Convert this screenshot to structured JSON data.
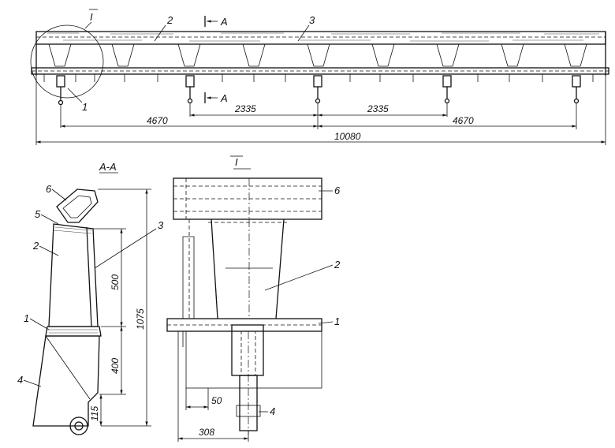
{
  "top_view": {
    "detail_mark": "I",
    "section_mark_top": "A",
    "section_mark_bottom": "A",
    "callouts": {
      "p1": "1",
      "p2": "2",
      "p3": "3"
    },
    "dims": {
      "d1": "4670",
      "d2": "2335",
      "d3": "2335",
      "d4": "4670",
      "total": "10080"
    }
  },
  "section_view": {
    "title": "A-A",
    "callouts": {
      "p6": "6",
      "p5": "5",
      "p2": "2",
      "p1": "1",
      "p4": "4",
      "p3": "3"
    },
    "dims": {
      "h500": "500",
      "h400": "400",
      "h115": "115",
      "h1075": "1075"
    }
  },
  "detail_view": {
    "title": "I",
    "callouts": {
      "p6": "6",
      "p2": "2",
      "p1": "1",
      "p4": "4"
    },
    "dims": {
      "d50": "50",
      "d308": "308"
    }
  }
}
